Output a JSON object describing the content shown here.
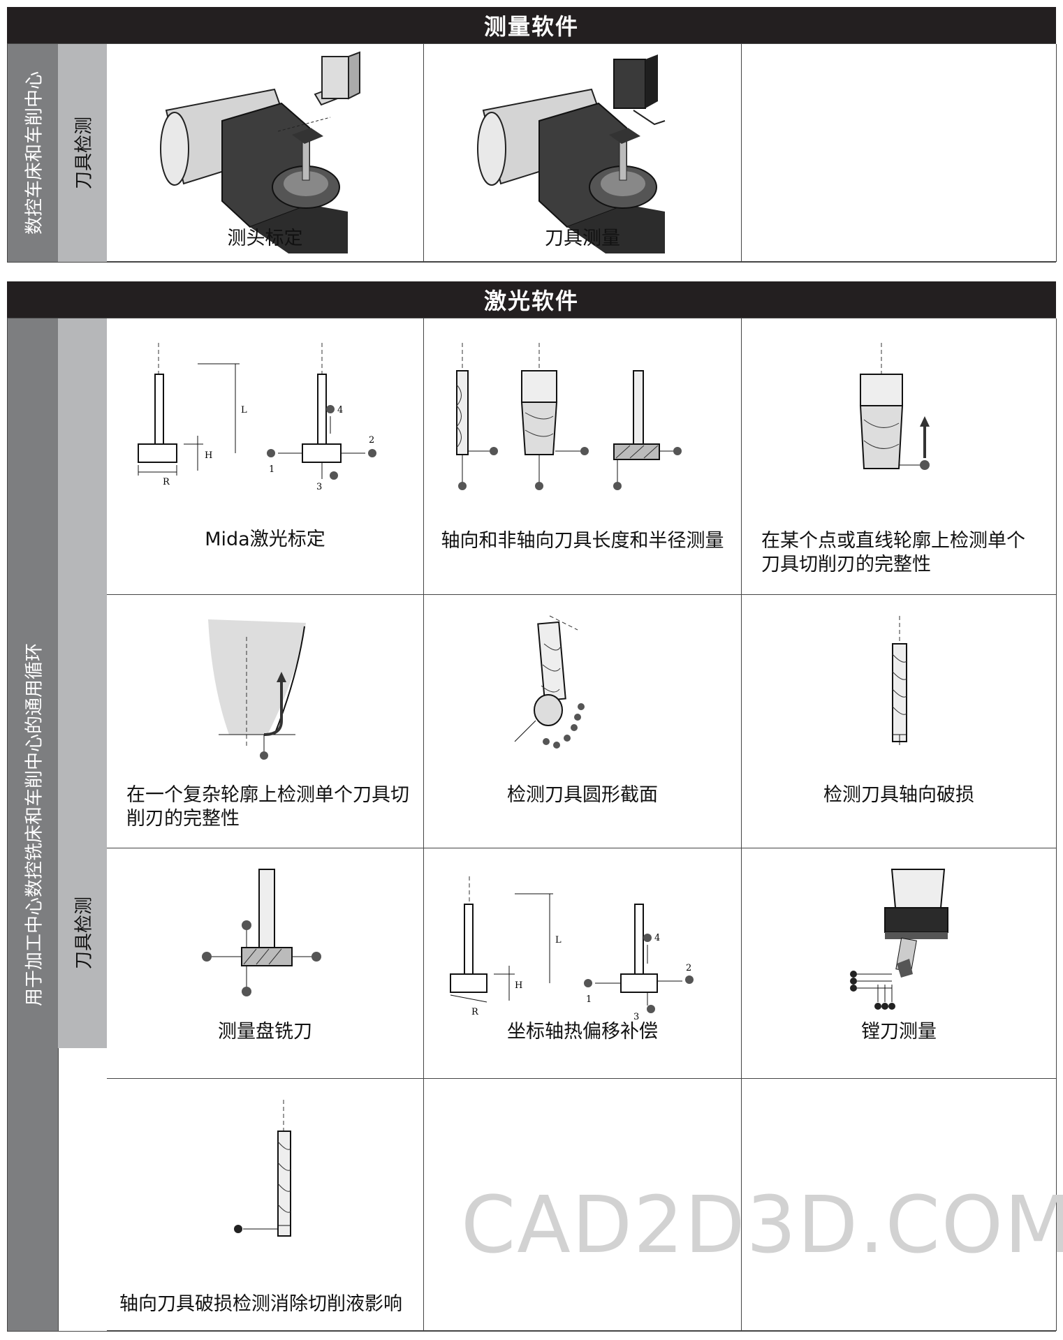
{
  "section1": {
    "header": "测量软件",
    "side_label": "数控车床和车削中心",
    "sub_label": "刀具检测",
    "cells": [
      {
        "caption": "测头标定",
        "icon": "lathe-probe-calibration"
      },
      {
        "caption": "刀具测量",
        "icon": "lathe-tool-measurement"
      }
    ]
  },
  "section2": {
    "header": "激光软件",
    "side_label": "用于加工中心数控铣床和车削中心的通用循环",
    "sub_label": "刀具检测",
    "cells": [
      {
        "caption": "Mida激光标定",
        "icon": "laser-calibration-diagram",
        "labels": {
          "L": "L",
          "H": "H",
          "R": "R",
          "p1": "1",
          "p2": "2",
          "p3": "3",
          "p4": "4"
        }
      },
      {
        "caption": "轴向和非轴向刀具长度和半径测量",
        "icon": "tool-length-radius-diagram"
      },
      {
        "caption": "在某个点或直线轮廓上检测单个刀具切削刃的完整性",
        "icon": "single-edge-point-diagram"
      },
      {
        "caption": "在一个复杂轮廓上检测单个刀具切削刃的完整性",
        "icon": "complex-profile-diagram"
      },
      {
        "caption": "检测刀具圆形截面",
        "icon": "circular-section-diagram"
      },
      {
        "caption": "检测刀具轴向破损",
        "icon": "axial-breakage-diagram"
      },
      {
        "caption": "测量盘铣刀",
        "icon": "disc-cutter-diagram"
      },
      {
        "caption": "坐标轴热偏移补偿",
        "icon": "thermal-drift-diagram",
        "labels": {
          "L": "L",
          "H": "H",
          "R": "R",
          "p1": "1",
          "p2": "2",
          "p3": "3",
          "p4": "4"
        }
      },
      {
        "caption": "镗刀测量",
        "icon": "boring-bar-diagram"
      },
      {
        "caption": "轴向刀具破损检测消除切削液影响",
        "icon": "coolant-breakage-diagram"
      }
    ]
  },
  "watermark": "CAD2D3D.COM"
}
